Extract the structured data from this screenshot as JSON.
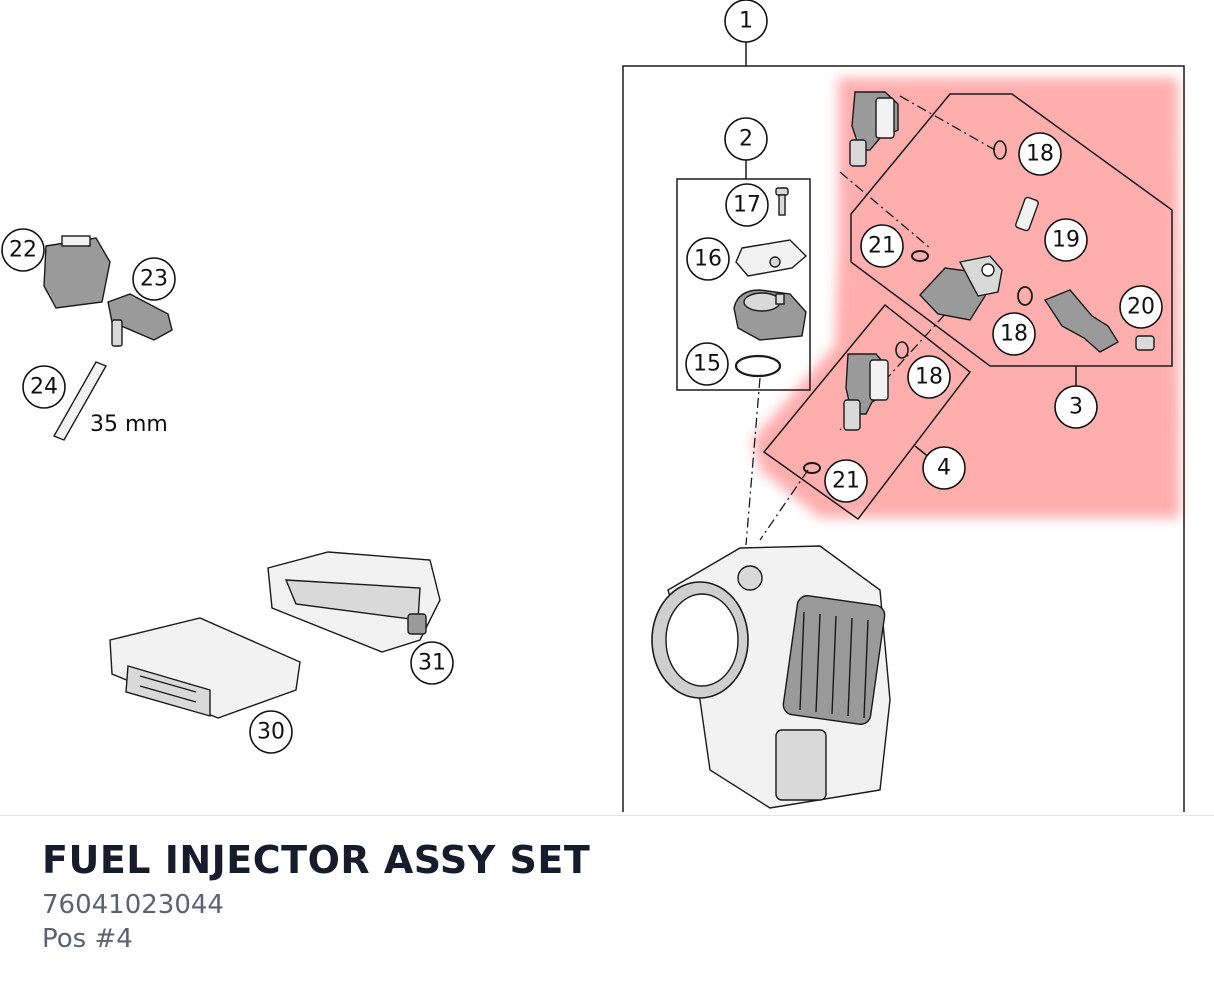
{
  "footer": {
    "title": "FUEL INJECTOR ASSY SET",
    "part_number": "76041023044",
    "position": "Pos #4"
  },
  "highlight_color": "#ff9a9a",
  "callouts": {
    "c1": "1",
    "c2": "2",
    "c3": "3",
    "c4": "4",
    "c15": "15",
    "c16": "16",
    "c17": "17",
    "c18a": "18",
    "c18b": "18",
    "c18c": "18",
    "c19": "19",
    "c20": "20",
    "c21a": "21",
    "c21b": "21",
    "c22": "22",
    "c23": "23",
    "c24": "24",
    "c30": "30",
    "c31": "31"
  },
  "dimension_label": "35 mm"
}
